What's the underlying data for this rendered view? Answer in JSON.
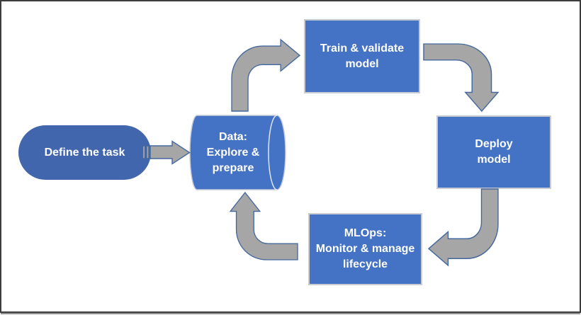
{
  "diagram": {
    "type": "flowchart",
    "subject": "machine-learning lifecycle",
    "background": "#FFFFFF",
    "frame": {
      "border_color": "#3D3D3D",
      "shadow_color": "#8F8F8F"
    },
    "colors": {
      "node_fill": "#4472C4",
      "start_node_fill": "#4166AD",
      "node_border": "#C8CBD2",
      "cylinder_rim": "#DFE4EE",
      "arrow_fill": "#A6A6A6",
      "arrow_stroke": "#44689D",
      "text": "#FFFFFF"
    },
    "nodes": {
      "define": {
        "shape": "pill",
        "label": "Define the task"
      },
      "data": {
        "shape": "horizontal-cylinder",
        "lines": [
          "Data:",
          "Explore &",
          "prepare"
        ]
      },
      "train": {
        "shape": "rectangle",
        "lines": [
          "Train & validate",
          "model"
        ]
      },
      "deploy": {
        "shape": "rectangle",
        "lines": [
          "Deploy",
          "model"
        ]
      },
      "mlops": {
        "shape": "rectangle",
        "lines": [
          "MLOps:",
          "Monitor & manage",
          "lifecycle"
        ]
      }
    },
    "arrows": [
      {
        "from": "Define the task",
        "to": "Data: Explore & prepare",
        "style": "striped straight arrow",
        "direction": "right"
      },
      {
        "from": "Data: Explore & prepare",
        "to": "Train & validate model",
        "style": "curved elbow arrow",
        "direction": "up then right"
      },
      {
        "from": "Train & validate model",
        "to": "Deploy model",
        "style": "curved elbow arrow",
        "direction": "right then down"
      },
      {
        "from": "Deploy model",
        "to": "MLOps: Monitor & manage lifecycle",
        "style": "curved elbow arrow",
        "direction": "down then left"
      },
      {
        "from": "MLOps: Monitor & manage lifecycle",
        "to": "Data: Explore & prepare",
        "style": "curved elbow arrow",
        "direction": "left then up"
      }
    ]
  }
}
